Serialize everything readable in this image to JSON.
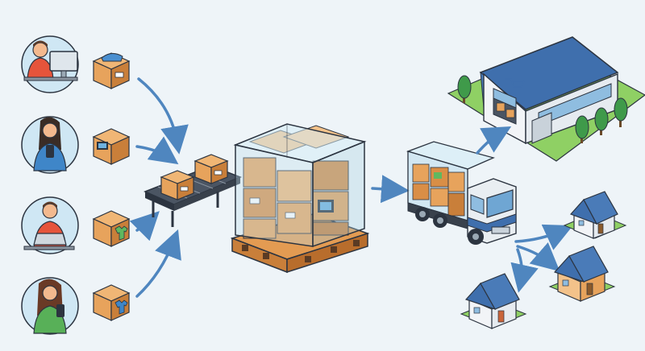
{
  "diagram": {
    "type": "shipping-consolidation-illustration",
    "stages": [
      {
        "id": "customers",
        "items": [
          "person-desktop-computer",
          "person-smartphone",
          "person-laptop",
          "person-smartphone"
        ]
      },
      {
        "id": "parcels",
        "items": [
          "parcel-shoes",
          "parcel-electronics",
          "parcel-shirt",
          "parcel-tshirt"
        ]
      },
      {
        "id": "conveyor",
        "items": [
          "conveyor-belt",
          "parcel",
          "parcel"
        ]
      },
      {
        "id": "consolidation",
        "items": [
          "pallet-crate-of-parcels"
        ]
      },
      {
        "id": "transport",
        "items": [
          "delivery-truck"
        ]
      },
      {
        "id": "destinations",
        "items": [
          "warehouse-store",
          "house",
          "house",
          "house"
        ]
      }
    ]
  },
  "colors": {
    "background": "#eef4f8",
    "arrow": "#4f86bf",
    "box": "#e7a35c",
    "box_dark": "#c97f3a",
    "box_tape": "#f6d9a8",
    "glass": "#bcdcec",
    "roof": "#3f6fad",
    "grass": "#7cc24f",
    "pallet": "#d98e46",
    "outline": "#2c3440",
    "skin": "#f3b98e"
  }
}
